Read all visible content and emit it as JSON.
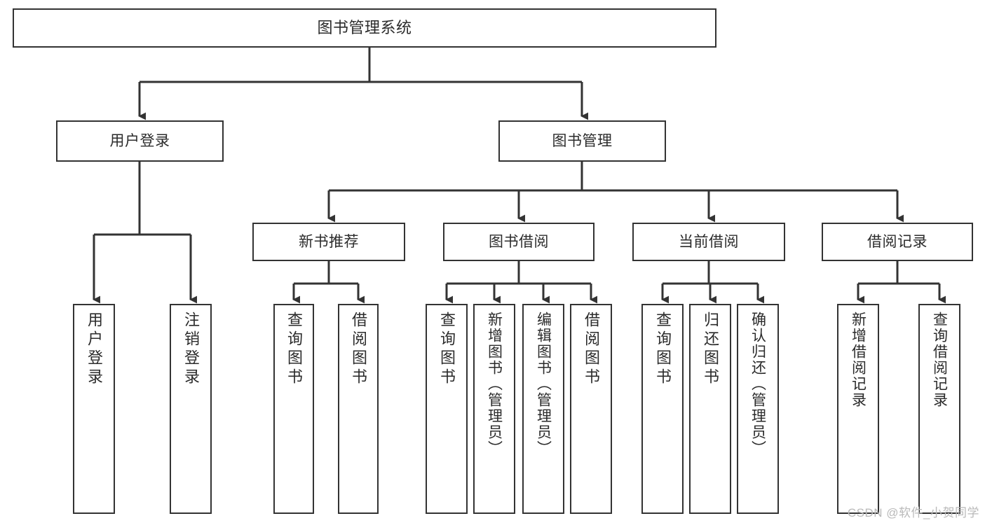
{
  "diagram": {
    "type": "tree",
    "title": "图书管理系统",
    "orientation": "top-down",
    "colors": {
      "background": "#ffffff",
      "node_fill": "#ffffff",
      "node_border": "#333333",
      "connector": "#333333",
      "text": "#2b2b2b",
      "watermark": "#b9b9b9"
    }
  },
  "root": {
    "label": "图书管理系统"
  },
  "level1": [
    {
      "label": "用户登录"
    },
    {
      "label": "图书管理"
    }
  ],
  "level2": [
    {
      "label": "新书推荐"
    },
    {
      "label": "图书借阅"
    },
    {
      "label": "当前借阅"
    },
    {
      "label": "借阅记录"
    }
  ],
  "leaves": {
    "user_login": [
      {
        "label": "用户登录"
      },
      {
        "label": "注销登录"
      }
    ],
    "new_book_recommend": [
      {
        "label": "查询图书"
      },
      {
        "label": "借阅图书"
      }
    ],
    "book_borrow": [
      {
        "label": "查询图书"
      },
      {
        "label": "新增图书（管理员）"
      },
      {
        "label": "编辑图书（管理员）"
      },
      {
        "label": "借阅图书"
      }
    ],
    "current_borrow": [
      {
        "label": "查询图书"
      },
      {
        "label": "归还图书"
      },
      {
        "label": "确认归还（管理员）"
      }
    ],
    "borrow_record": [
      {
        "label": "新增借阅记录"
      },
      {
        "label": "查询借阅记录"
      }
    ]
  },
  "watermark": {
    "text": "CSDN @软件_小贺同学"
  }
}
